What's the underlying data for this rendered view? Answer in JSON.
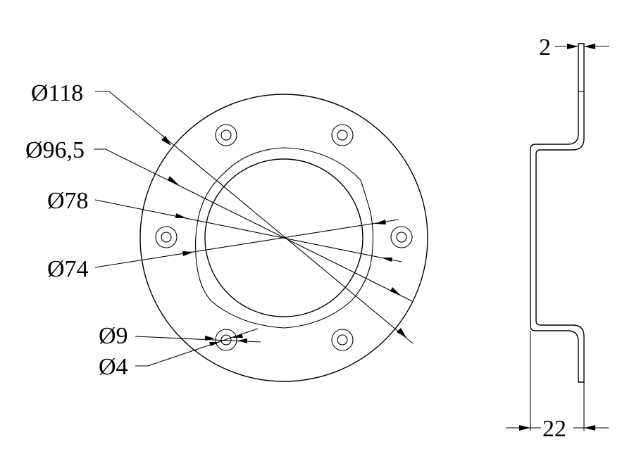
{
  "front_view": {
    "dimensions": [
      {
        "id": "outer-diameter",
        "label": "Ø118"
      },
      {
        "id": "bolt-circle-diameter",
        "label": "Ø96,5"
      },
      {
        "id": "inner-rim-diameter",
        "label": "Ø78"
      },
      {
        "id": "opening-diameter",
        "label": "Ø74"
      },
      {
        "id": "hole-outer-diameter",
        "label": "Ø9"
      },
      {
        "id": "hole-inner-diameter",
        "label": "Ø4"
      }
    ],
    "mounting_hole_count": 6
  },
  "side_view": {
    "dimensions": [
      {
        "id": "thickness",
        "label": "2"
      },
      {
        "id": "depth",
        "label": "22"
      }
    ]
  }
}
